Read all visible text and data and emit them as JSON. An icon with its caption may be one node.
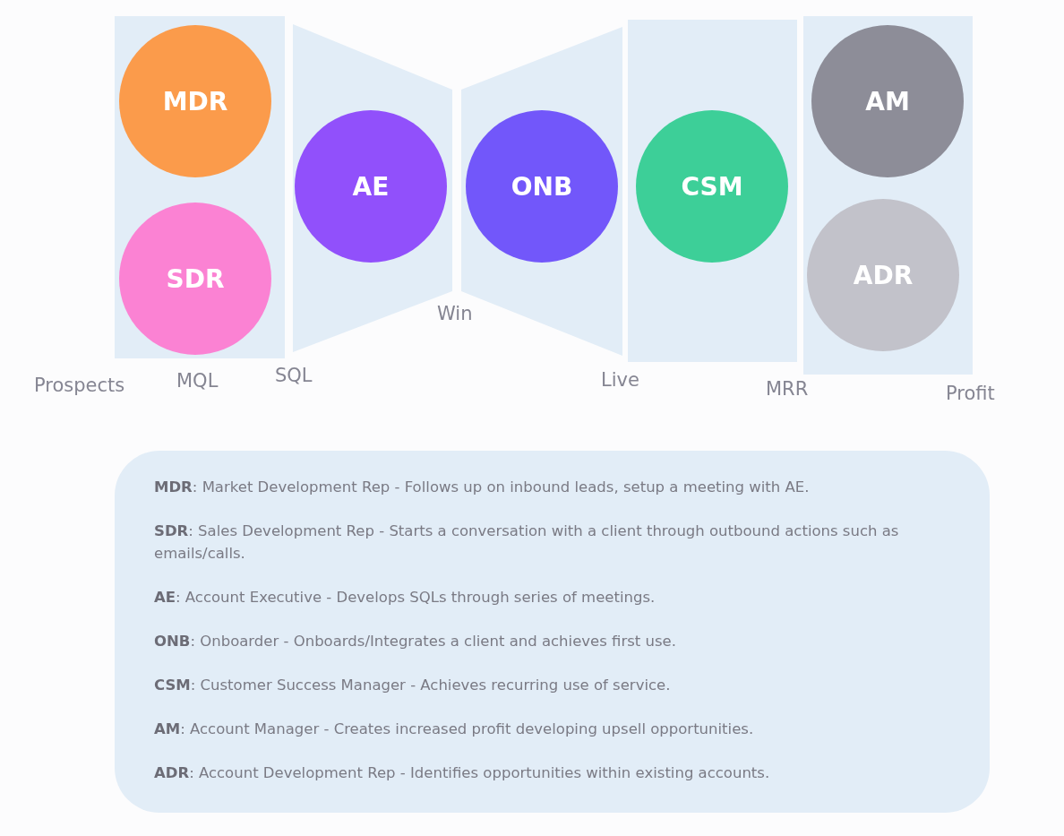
{
  "diagram": {
    "nodes": [
      {
        "text": [],
        "shape": "box"
      },
      {
        "text": [
          "MDR"
        ],
        "in": 0
      },
      {
        "text": [
          "SDR"
        ],
        "in": 0
      },
      {
        "text": [],
        "shape": "trapezoid"
      },
      {
        "text": [
          "AE"
        ],
        "in": 3
      },
      {
        "text": [],
        "shape": "trapezoid"
      },
      {
        "text": [
          "ONB"
        ],
        "in": 5
      },
      {
        "text": [],
        "shape": "box"
      },
      {
        "text": [
          "CSM"
        ],
        "in": 7
      },
      {
        "text": [],
        "shape": "box"
      },
      {
        "text": [
          "AM"
        ],
        "in": 9
      },
      {
        "text": [
          "ADR"
        ],
        "in": 9
      },
      {
        "text": [
          "**MDR**: Market Development Rep - Follows up on inbound leads, setup a meeting with AE.",
          "**SDR**: Sales Development Rep - Starts a conversation with a client through outbound actions such as emails/calls.",
          "**AE**: Account Executive - Develops SQLs through series of meetings.",
          "**ONB**: Onboarder - Onboards/Integrates a client and achieves first use.",
          "**CSM**: Customer Success Manager - Achieves recurring use of service.",
          "**AM**: Account Manager - Creates increased profit developing upsell opportunities.",
          "**ADR**: Account Development Rep - Identifies opportunities within existing accounts."
        ]
      }
    ],
    "labels": [
      "Prospects",
      "MQL",
      "SQL",
      "Win",
      "Live",
      "MRR",
      "Profit"
    ]
  }
}
